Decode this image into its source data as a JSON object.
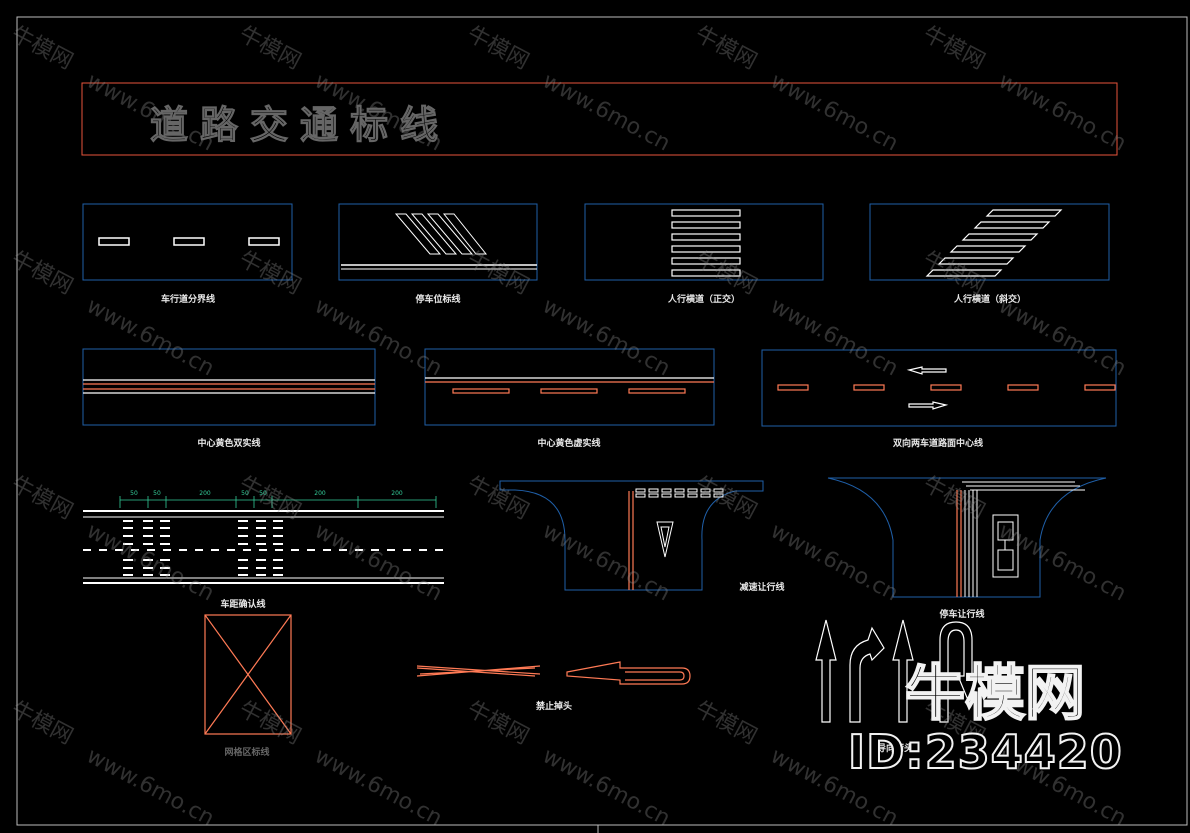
{
  "title": "道路交通标线",
  "labels": {
    "lane_divider": "车行道分界线",
    "parking_line": "停车位标线",
    "crosswalk_straight": "人行横道（正交）",
    "crosswalk_oblique": "人行横道（斜交）",
    "center_double_solid": "中心黄色双实线",
    "center_dashed": "中心黄色虚实线",
    "two_way_center": "双向两车道路面中心线",
    "lane_confirm": "车距确认线",
    "yield_slow": "减速让行线",
    "yield_stop": "停车让行线",
    "no_parking_box": "网格区标线",
    "no_uturn": "禁止掉头",
    "guide_arrows": "导向箭头"
  },
  "dimensions": [
    "50",
    "50",
    "200",
    "50",
    "50",
    "200",
    "200"
  ],
  "watermark": {
    "brand": "牛模网",
    "url": "www.6mo.cn"
  },
  "brand_logo": {
    "name": "牛模网",
    "id": "ID:234420"
  },
  "colors": {
    "frame_white": "#d9d9d9",
    "box_blue": "#1f5fa8",
    "title_red": "#e8553b",
    "yellow_line": "#ff7a55",
    "dim_green": "#33cc99"
  }
}
